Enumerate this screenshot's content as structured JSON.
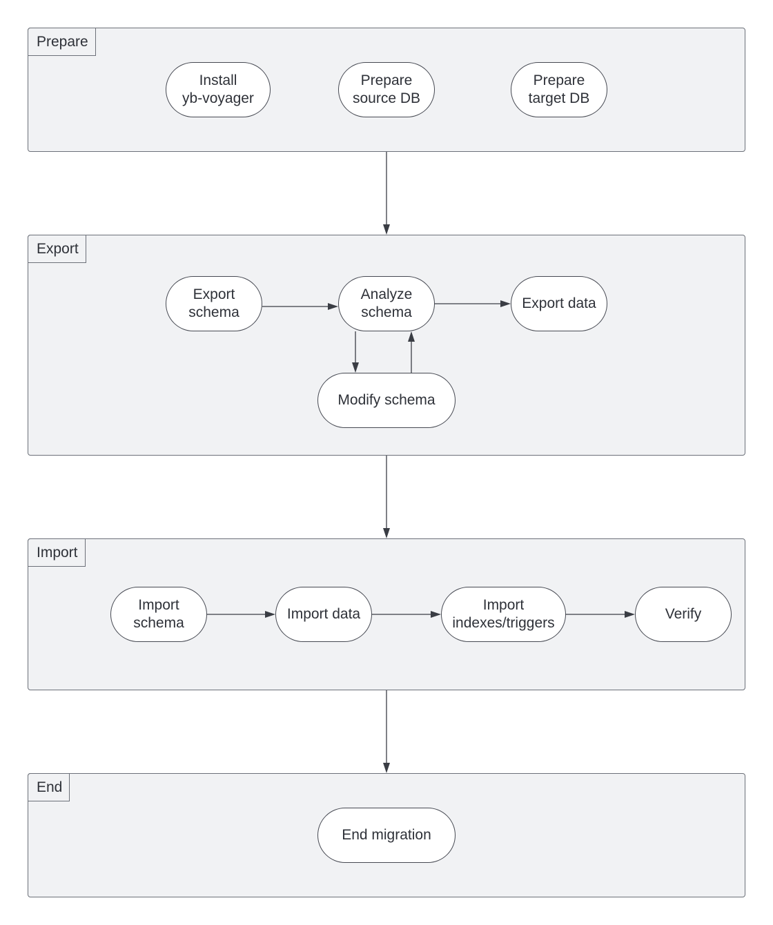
{
  "phases": {
    "prepare": {
      "label": "Prepare",
      "steps": [
        "Install\nyb-voyager",
        "Prepare\nsource DB",
        "Prepare\ntarget DB"
      ]
    },
    "export": {
      "label": "Export",
      "steps": [
        "Export\nschema",
        "Analyze\nschema",
        "Export data",
        "Modify schema"
      ]
    },
    "import": {
      "label": "Import",
      "steps": [
        "Import\nschema",
        "Import data",
        "Import\nindexes/triggers",
        "Verify"
      ]
    },
    "end": {
      "label": "End",
      "steps": [
        "End migration"
      ]
    }
  },
  "style": {
    "phase_fill": "#f1f2f4",
    "step_fill": "#ffffff",
    "stroke": "#3a3d44"
  }
}
